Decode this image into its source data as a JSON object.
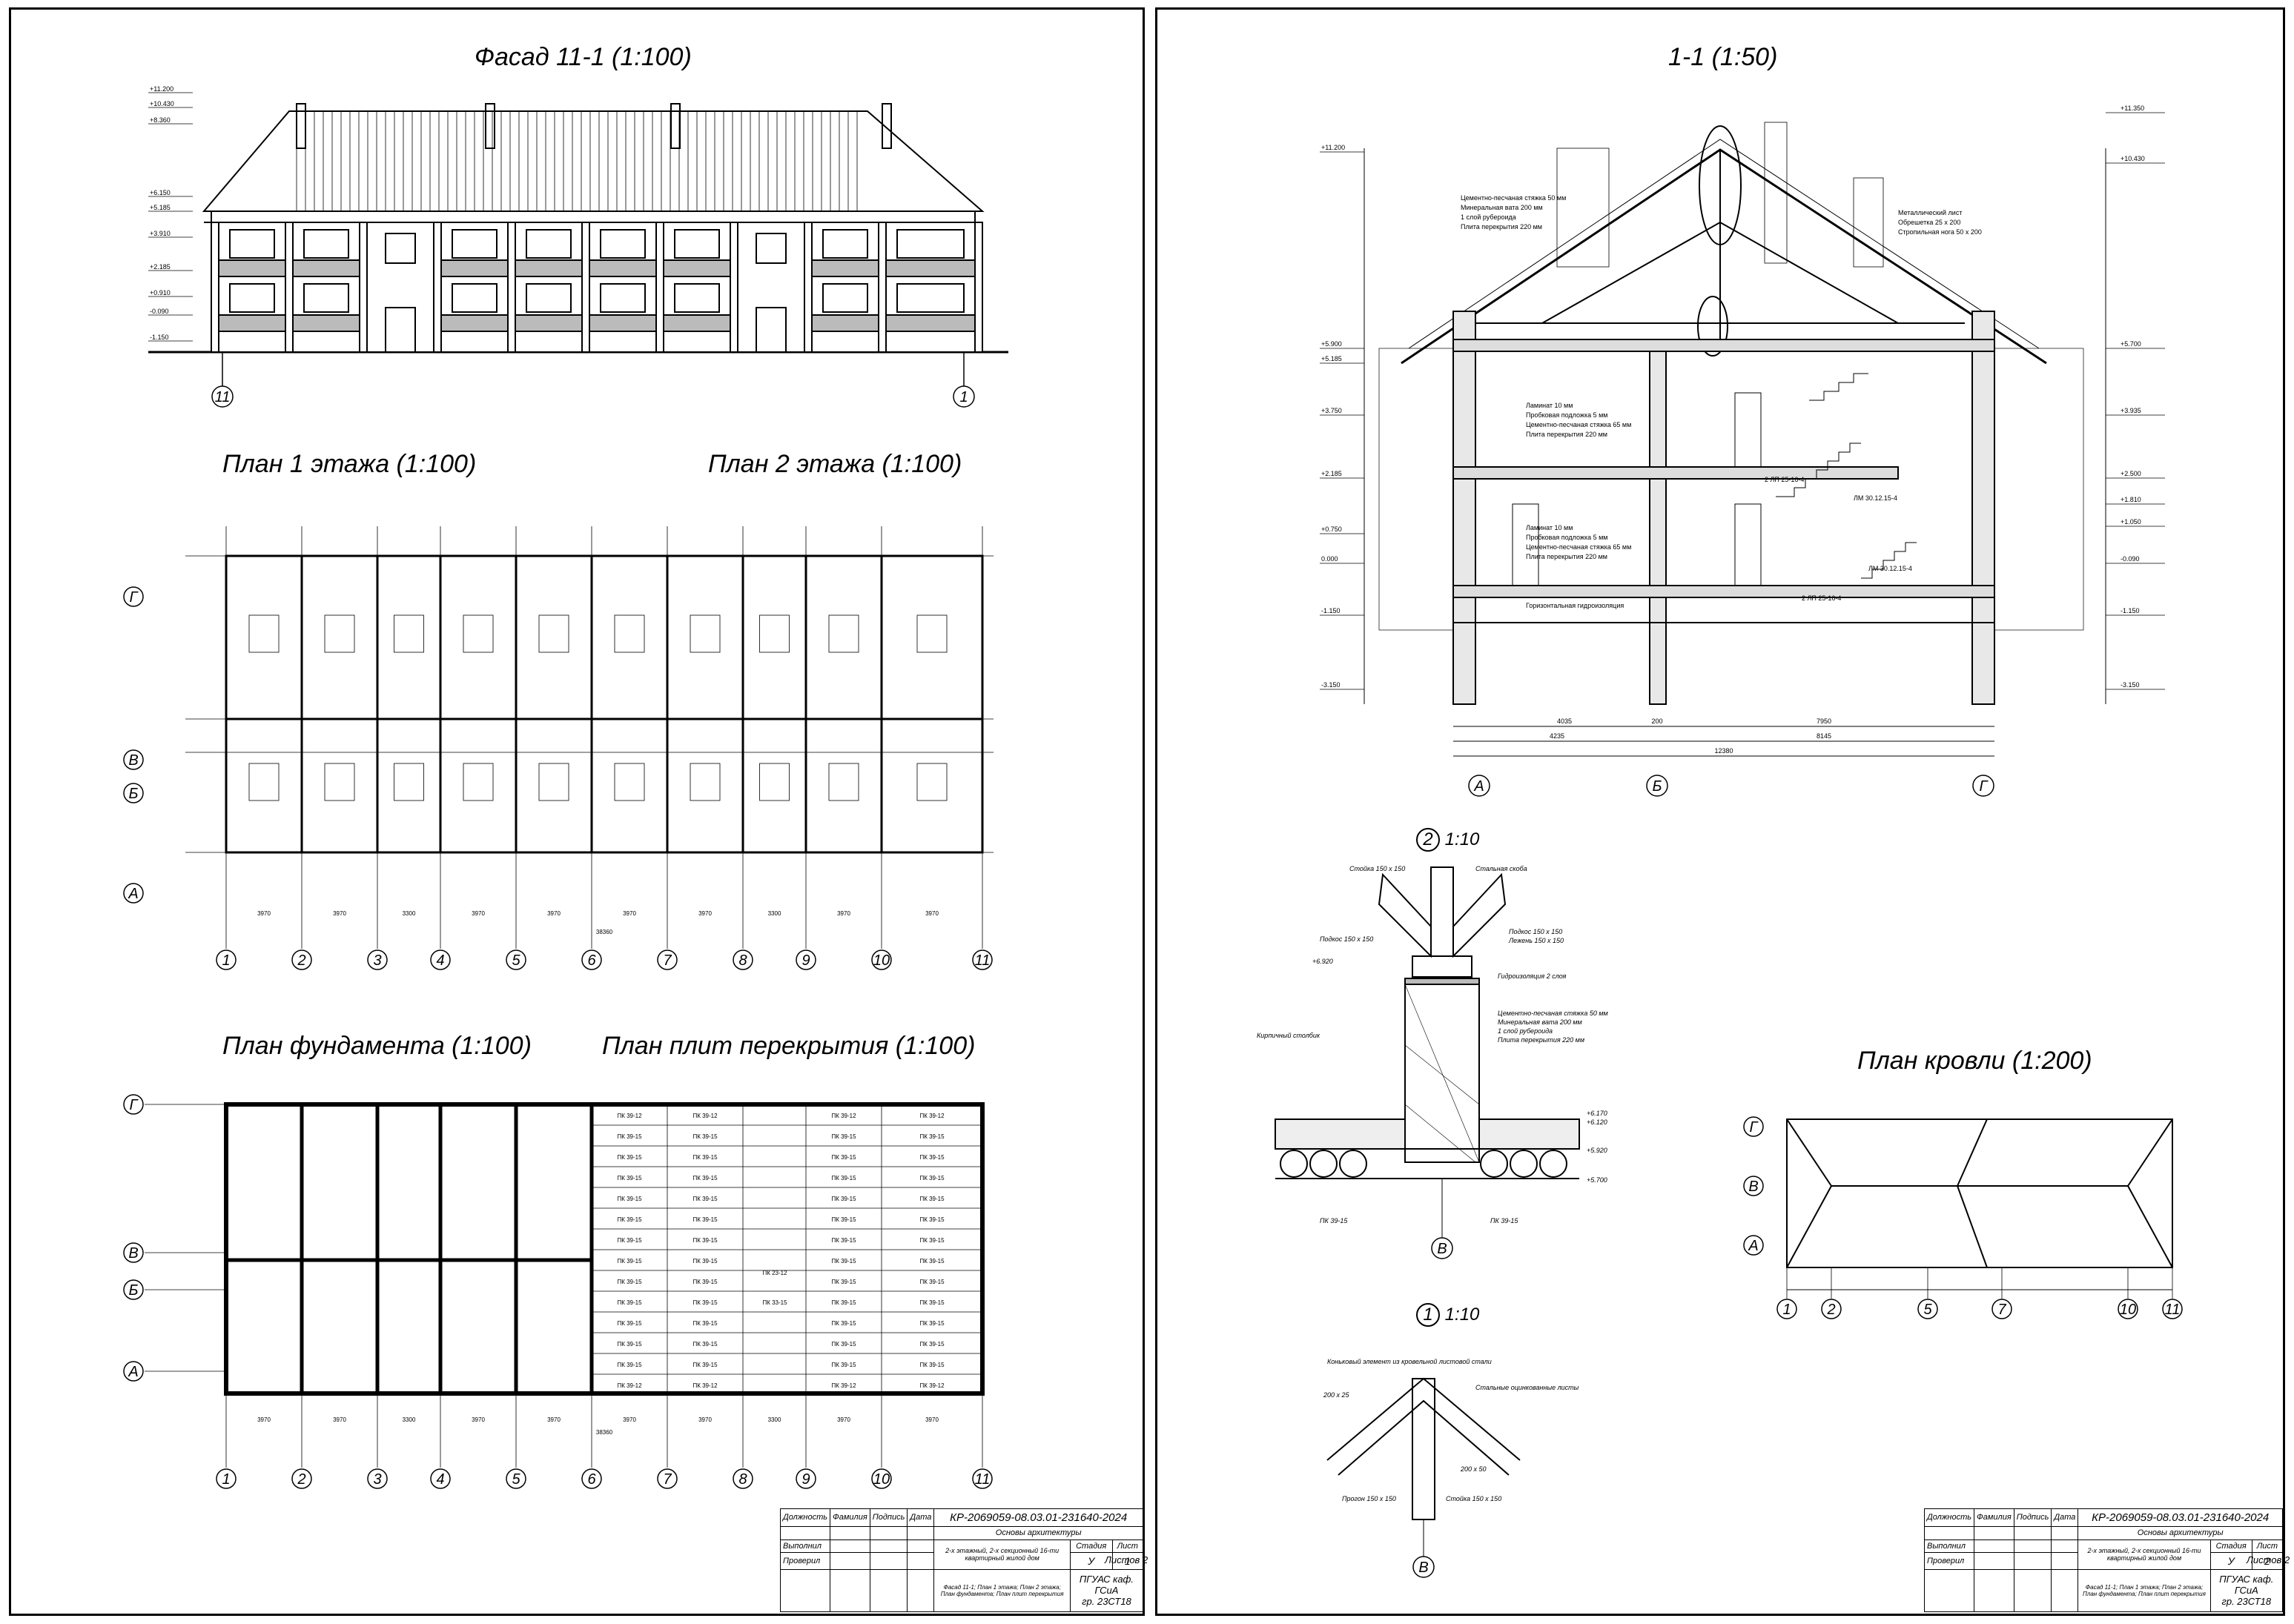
{
  "sheet1": {
    "facade_title": "Фасад  11-1 (1:100)",
    "plan1_title": "План  1  этажа  (1:100)",
    "plan2_title": "План  2  этажа  (1:100)",
    "foundation_title": "План фундамента  (1:100)",
    "slabs_title": "План плит перекрытия  (1:100)",
    "facade_axes": [
      "11",
      "1"
    ],
    "facade_levels": [
      "+11.200",
      "+10.430",
      "+8.360",
      "+6.150",
      "+5.185",
      "+3.910",
      "+2.185",
      "+0.910",
      "-0.090",
      "-1.150"
    ],
    "plan_axes": [
      "1",
      "2",
      "3",
      "4",
      "5",
      "6",
      "7",
      "8",
      "9",
      "10",
      "11"
    ],
    "row_axes": [
      "Г",
      "В",
      "Б",
      "А"
    ],
    "plan_dims": [
      "3970",
      "3970",
      "3300",
      "3970",
      "3970",
      "3970",
      "3970",
      "3300",
      "3970",
      "3970"
    ],
    "plan_total": "38360",
    "slab_labels": [
      "ПК 39-12",
      "ПК 39-15",
      "ПК 23-12",
      "ПК 33-15"
    ],
    "stamp": {
      "code": "КР-2069059-08.03.01-231640-2024",
      "subject": "Основы архитектуры",
      "col_headers": [
        "Должность",
        "Фамилия",
        "Подпись",
        "Дата"
      ],
      "rows": [
        "Выполнил",
        "Проверил"
      ],
      "description": "2-х этажный, 2-х секционный 16-ти квартирный жилой дом",
      "stage_h": "Стадия",
      "sheet_h": "Лист",
      "sheets_h": "Листов",
      "stage": "У",
      "sheet": "1",
      "sheets": "2",
      "contents": "Фасад 11-1; План 1 этажа; План 2 этажа; План фундамента; План плит перекрытия",
      "org": "ПГУАС каф. ГСиА",
      "group": "гр. 23СТ18"
    }
  },
  "sheet2": {
    "section_title": "1-1 (1:50)",
    "detail2_no": "2",
    "detail2_scale": "1:10",
    "detail1_no": "1",
    "detail1_scale": "1:10",
    "roof_plan_title": "План кровли  (1:200)",
    "section_axes": [
      "А",
      "Б",
      "Г"
    ],
    "section_levels_left": [
      "+11.200",
      "+5.900",
      "+5.185",
      "+3.750",
      "+2.185",
      "+0.750",
      "0.000",
      "-1.150",
      "-3.150"
    ],
    "section_levels_right": [
      "+11.350",
      "+10.430",
      "+5.700",
      "+3.935",
      "+2.500",
      "+1.810",
      "+1.050",
      "-0.090",
      "-1.150",
      "-3.150"
    ],
    "section_dims": [
      "4035",
      "200",
      "7950",
      "4235",
      "8145",
      "12380"
    ],
    "roof_layers": [
      "Цементно-песчаная стяжка 50 мм",
      "Минеральная вата 200 мм",
      "1 слой рубероида",
      "Плита перекрытия 220 мм"
    ],
    "floor_layers": [
      "Ламинат 10 мм",
      "Пробковая подложка 5 мм",
      "Цементно-песчаная стяжка 65 мм",
      "Плита перекрытия 220 мм"
    ],
    "metal_sheet": [
      "Металлический лист",
      "Обрешетка 25 х 200",
      "Стропильная нога 50 х 200"
    ],
    "stair_labels": [
      "ЛМ 30.12.15-4",
      "ЛМ 30.12.15-4",
      "2 ЛП 25-16-4",
      "2 ЛП 25-16-4"
    ],
    "gidro": "Горизонтальная гидроизоляция",
    "detail2_labels": [
      "Стойка 150 х 150",
      "Стальная скоба",
      "Подкос 150 х 150",
      "Подкос 150 х 150",
      "Лежень 150 х 150",
      "Гидроизоляция 2 слоя",
      "Кирпичный столбик",
      "ПК 39-15",
      "ПК 39-15"
    ],
    "detail2_layers": [
      "Цементно-песчаная стяжка 50 мм",
      "Минеральная вата 200 мм",
      "1 слой рубероида",
      "Плита перекрытия 220 мм"
    ],
    "detail2_levels": [
      "+6.920",
      "+6.170",
      "+6.120",
      "+5.920",
      "+5.700"
    ],
    "detail1_labels": [
      "Коньковый элемент из кровельной листовой стали",
      "Стальные оцинкованные листы",
      "200 х 25",
      "200 х 50",
      "Прогон 150 х 150",
      "Стойка 150 х 150"
    ],
    "detail_axis": "В",
    "roof_plan_axes": [
      "1",
      "2",
      "5",
      "7",
      "10",
      "11"
    ],
    "stamp": {
      "code": "КР-2069059-08.03.01-231640-2024",
      "subject": "Основы архитектуры",
      "col_headers": [
        "Должность",
        "Фамилия",
        "Подпись",
        "Дата"
      ],
      "rows": [
        "Выполнил",
        "Проверил"
      ],
      "description": "2-х этажный, 2-х секционный 16-ти квартирный жилой дом",
      "stage_h": "Стадия",
      "sheet_h": "Лист",
      "sheets_h": "Листов",
      "stage": "У",
      "sheet": "2",
      "sheets": "2",
      "contents": "Фасад 11-1; План 1 этажа; План 2 этажа; План фундамента; План плит перекрытия",
      "org": "ПГУАС каф. ГСиА",
      "group": "гр. 23СТ18"
    }
  }
}
